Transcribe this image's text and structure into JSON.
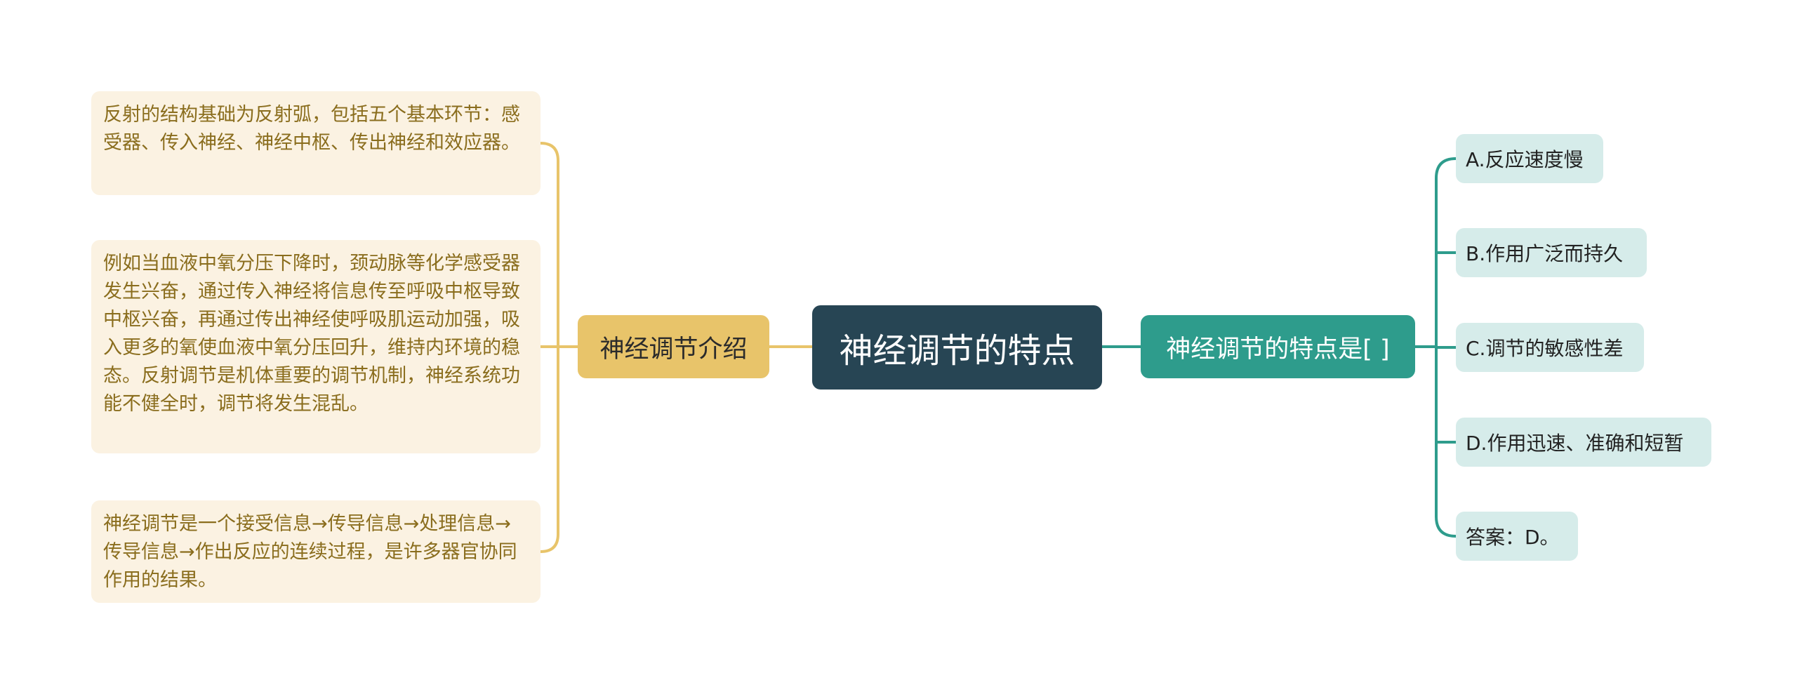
{
  "central": {
    "title": "神经调节的特点"
  },
  "left_branch": {
    "label": "神经调节介绍",
    "notes": [
      "反射的结构基础为反射弧，包括五个基本环节：感受器、传入神经、神经中枢、传出神经和效应器。",
      "例如当血液中氧分压下降时，颈动脉等化学感受器发生兴奋，通过传入神经将信息传至呼吸中枢导致中枢兴奋，再通过传出神经使呼吸肌运动加强，吸入更多的氧使血液中氧分压回升，维持内环境的稳态。反射调节是机体重要的调节机制，神经系统功能不健全时，调节将发生混乱。",
      "神经调节是一个接受信息→传导信息→处理信息→传导信息→作出反应的连续过程，是许多器官协同作用的结果。"
    ]
  },
  "right_branch": {
    "label": "神经调节的特点是[ ]",
    "options": [
      "A.反应速度慢",
      "B.作用广泛而持久",
      "C.调节的敏感性差",
      "D.作用迅速、准确和短暂",
      "答案：D。"
    ]
  },
  "colors": {
    "central_bg": "#274554",
    "left_branch_bg": "#e8c46a",
    "left_connector": "#e8c46a",
    "note_bg": "#fbf2e2",
    "note_text": "#8a6d1d",
    "right_branch_bg": "#2e9c8c",
    "right_connector": "#2e9c8c",
    "option_bg": "#d6ecea"
  }
}
